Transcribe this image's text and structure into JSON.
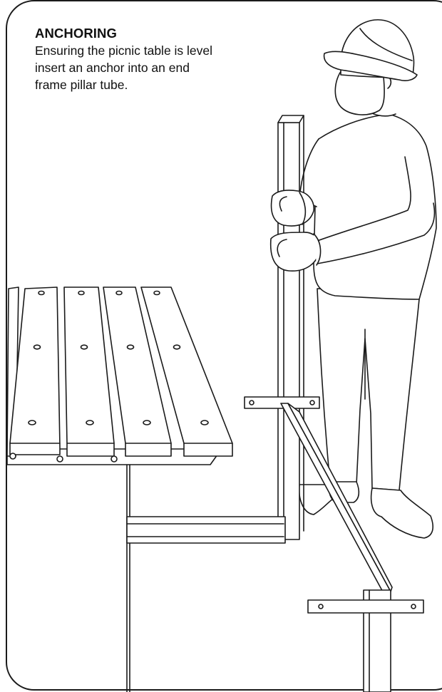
{
  "instruction": {
    "title": "ANCHORING",
    "lines": [
      "Ensuring the picnic table is level",
      "insert an anchor into an end",
      "frame pillar tube."
    ]
  },
  "colors": {
    "line": "#1a1a1a",
    "background": "#ffffff"
  }
}
